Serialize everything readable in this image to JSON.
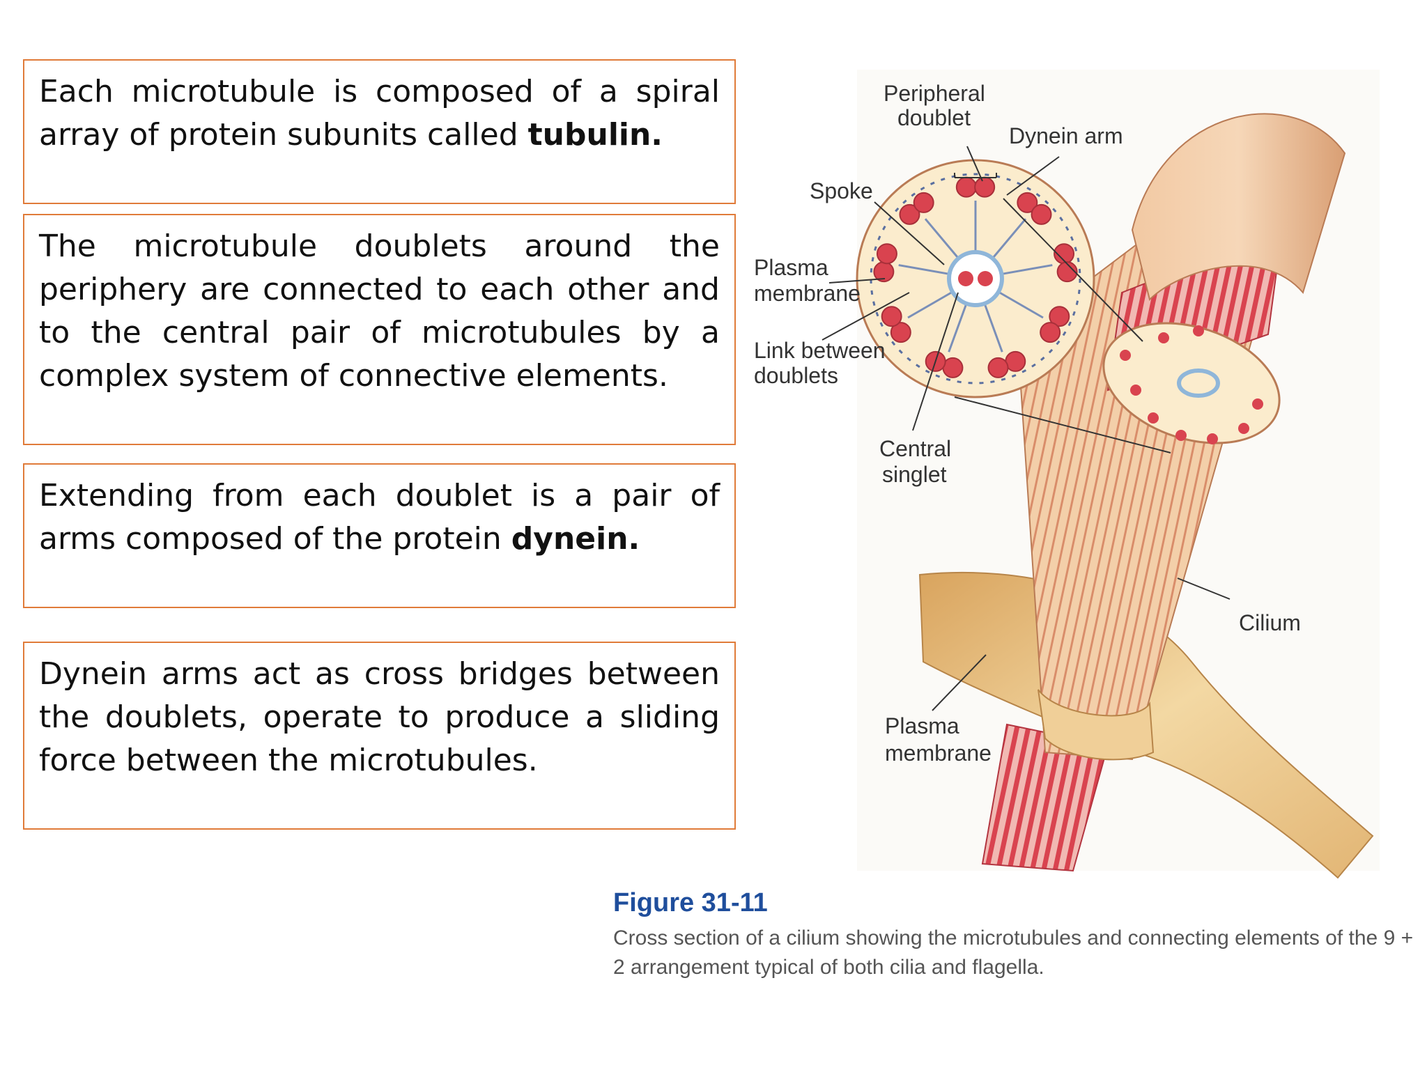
{
  "boxes": [
    {
      "text_before": "Each microtubule is composed of a spiral array of protein subunits called ",
      "bold": "tubulin.",
      "text_after": ""
    },
    {
      "text_before": "The microtubule doublets around the periphery are connected to each other and to the central pair of microtubules by a complex system of connective elements.",
      "bold": "",
      "text_after": ""
    },
    {
      "text_before": "Extending from each doublet is a pair of arms composed of the protein ",
      "bold": "dynein.",
      "text_after": ""
    },
    {
      "text_before": "Dynein arms act as cross bridges between the doublets, operate to produce a sliding force between the microtubules.",
      "bold": "",
      "text_after": ""
    }
  ],
  "diagram": {
    "labels": {
      "peripheral_doublet_1": "Peripheral",
      "peripheral_doublet_2": "doublet",
      "dynein_arm": "Dynein arm",
      "spoke": "Spoke",
      "plasma_membrane_top_1": "Plasma",
      "plasma_membrane_top_2": "membrane",
      "link_between_doublets_1": "Link between",
      "link_between_doublets_2": "doublets",
      "central_singlet_1": "Central",
      "central_singlet_2": "singlet",
      "cilium": "Cilium",
      "plasma_membrane_bottom_1": "Plasma",
      "plasma_membrane_bottom_2": "membrane"
    },
    "colors": {
      "microtubule_red": "#d9434f",
      "cilium_tan": "#e8b48a",
      "membrane_gold": "#e9c27e",
      "cross_section_fill": "#fbeccd",
      "central_ring_blue": "#8fb6d9"
    }
  },
  "caption": {
    "title": "Figure 31-11",
    "text": "Cross section of a cilium showing the microtubules and connecting elements of the 9 + 2 arrangement typical of both cilia and flagella."
  }
}
